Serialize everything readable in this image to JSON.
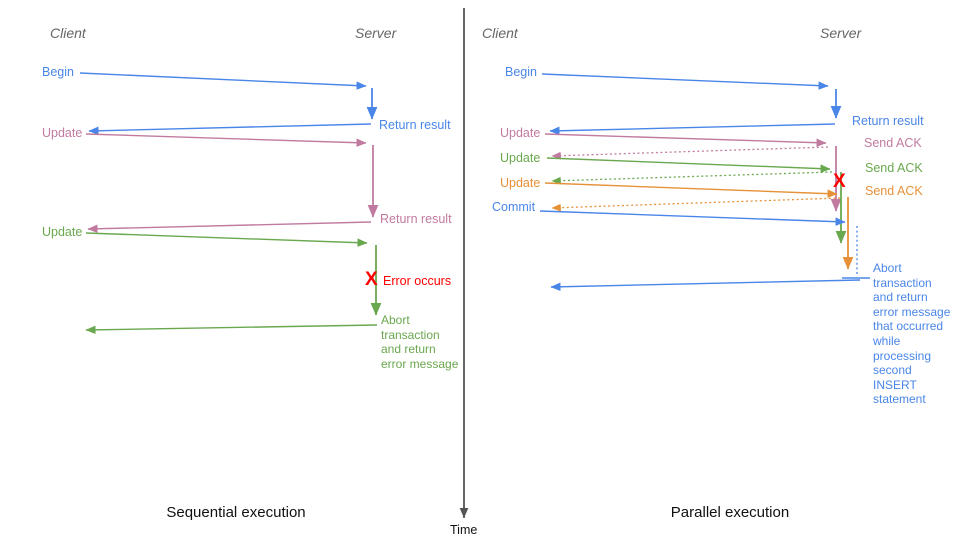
{
  "palette": {
    "blue": "#4a86e8",
    "pink": "#c27ba0",
    "green": "#6aa84f",
    "orange": "#e69138",
    "red": "#ff0000",
    "header_gray": "#666666",
    "axis": "#555555"
  },
  "time_axis": {
    "label": "Time"
  },
  "sequential": {
    "title": "Sequential execution",
    "client_header": "Client",
    "server_header": "Server",
    "messages": {
      "begin": "Begin",
      "return_result_1": "Return result",
      "update_1": "Update",
      "return_result_2": "Return result",
      "update_2": "Update",
      "error_mark": "X",
      "error": "Error occurs",
      "abort": "Abort\ntransaction\nand return\nerror message"
    }
  },
  "parallel": {
    "title": "Parallel execution",
    "client_header": "Client",
    "server_header": "Server",
    "messages": {
      "begin": "Begin",
      "return_result": "Return result",
      "update_1": "Update",
      "send_ack_1": "Send ACK",
      "update_2": "Update",
      "send_ack_2": "Send ACK",
      "update_3": "Update",
      "send_ack_3": "Send ACK",
      "error_mark": "X",
      "commit": "Commit",
      "abort": "Abort\ntransaction\nand return\nerror message\nthat occurred\nwhile\nprocessing\nsecond\nINSERT\nstatement"
    }
  }
}
